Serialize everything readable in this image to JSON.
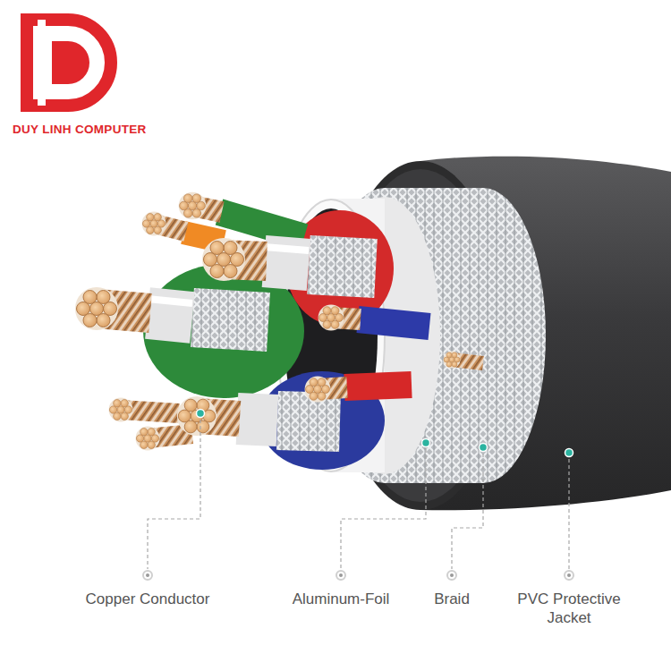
{
  "diagram": {
    "labels": [
      "DUY LINH COMPUTER",
      "Copper Conductor",
      "Aluminum-Foil",
      "Braid",
      "PVC Protective Jacket"
    ]
  }
}
